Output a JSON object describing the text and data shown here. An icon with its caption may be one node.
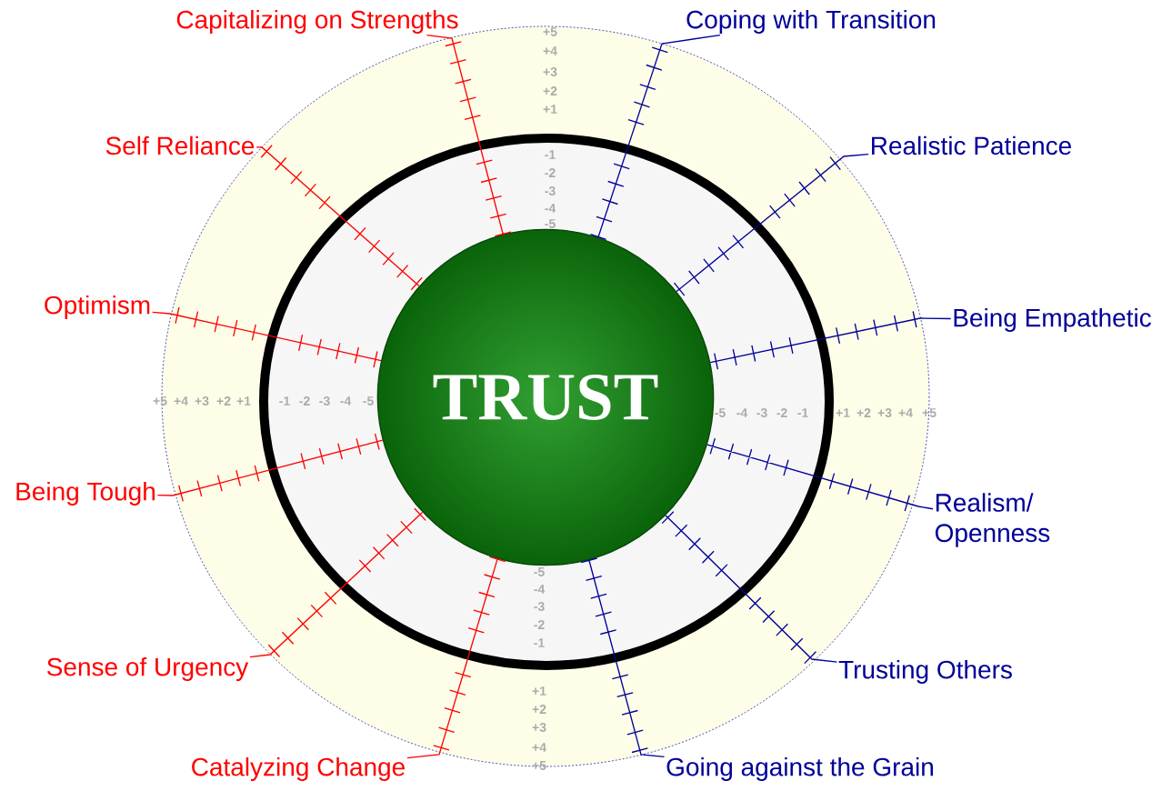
{
  "diagram": {
    "nodes": [
      {
        "text": [
          "TRUST"
        ]
      },
      {
        "text": [
          "Capitalizing on Strengths"
        ]
      },
      {
        "text": [
          "Coping with Transition"
        ]
      },
      {
        "text": [
          "Self Reliance"
        ]
      },
      {
        "text": [
          "Realistic Patience"
        ]
      },
      {
        "text": [
          "Optimism"
        ]
      },
      {
        "text": [
          "Being Empathetic"
        ]
      },
      {
        "text": [
          "Being Tough"
        ]
      },
      {
        "text": [
          "Realism/ Openness"
        ]
      },
      {
        "text": [
          "Sense of Urgency"
        ]
      },
      {
        "text": [
          "Trusting Others"
        ]
      },
      {
        "text": [
          "Catalyzing Change"
        ]
      },
      {
        "text": [
          "Going against the Grain"
        ]
      }
    ],
    "edges": [
      {
        "from": 0,
        "to": 1,
        "arrow": "none",
        "color": "#ff0000"
      },
      {
        "from": 0,
        "to": 2,
        "arrow": "none",
        "color": "#000099"
      },
      {
        "from": 0,
        "to": 3,
        "arrow": "none",
        "color": "#ff0000"
      },
      {
        "from": 0,
        "to": 4,
        "arrow": "none",
        "color": "#000099"
      },
      {
        "from": 0,
        "to": 5,
        "arrow": "none",
        "color": "#ff0000"
      },
      {
        "from": 0,
        "to": 6,
        "arrow": "none",
        "color": "#000099"
      },
      {
        "from": 0,
        "to": 7,
        "arrow": "none",
        "color": "#ff0000"
      },
      {
        "from": 0,
        "to": 8,
        "arrow": "none",
        "color": "#000099"
      },
      {
        "from": 0,
        "to": 9,
        "arrow": "none",
        "color": "#ff0000"
      },
      {
        "from": 0,
        "to": 10,
        "arrow": "none",
        "color": "#000099"
      },
      {
        "from": 0,
        "to": 11,
        "arrow": "none",
        "color": "#ff0000"
      },
      {
        "from": 0,
        "to": 12,
        "arrow": "none",
        "color": "#000099"
      }
    ],
    "labels": [
      "+5",
      "+4",
      "+3",
      "+2",
      "+1",
      "-1",
      "-2",
      "-3",
      "-4",
      "-5",
      "+5",
      "+4",
      "+3",
      "+2",
      "+1",
      "-1",
      "-2",
      "-3",
      "-4",
      "-5",
      "-5",
      "-4",
      "-3",
      "-2",
      "-1",
      "+1",
      "+2",
      "+3",
      "+4",
      "+5",
      "-5",
      "-4",
      "-3",
      "-2",
      "-1",
      "+1",
      "+2",
      "+3",
      "+4",
      "+5"
    ]
  }
}
